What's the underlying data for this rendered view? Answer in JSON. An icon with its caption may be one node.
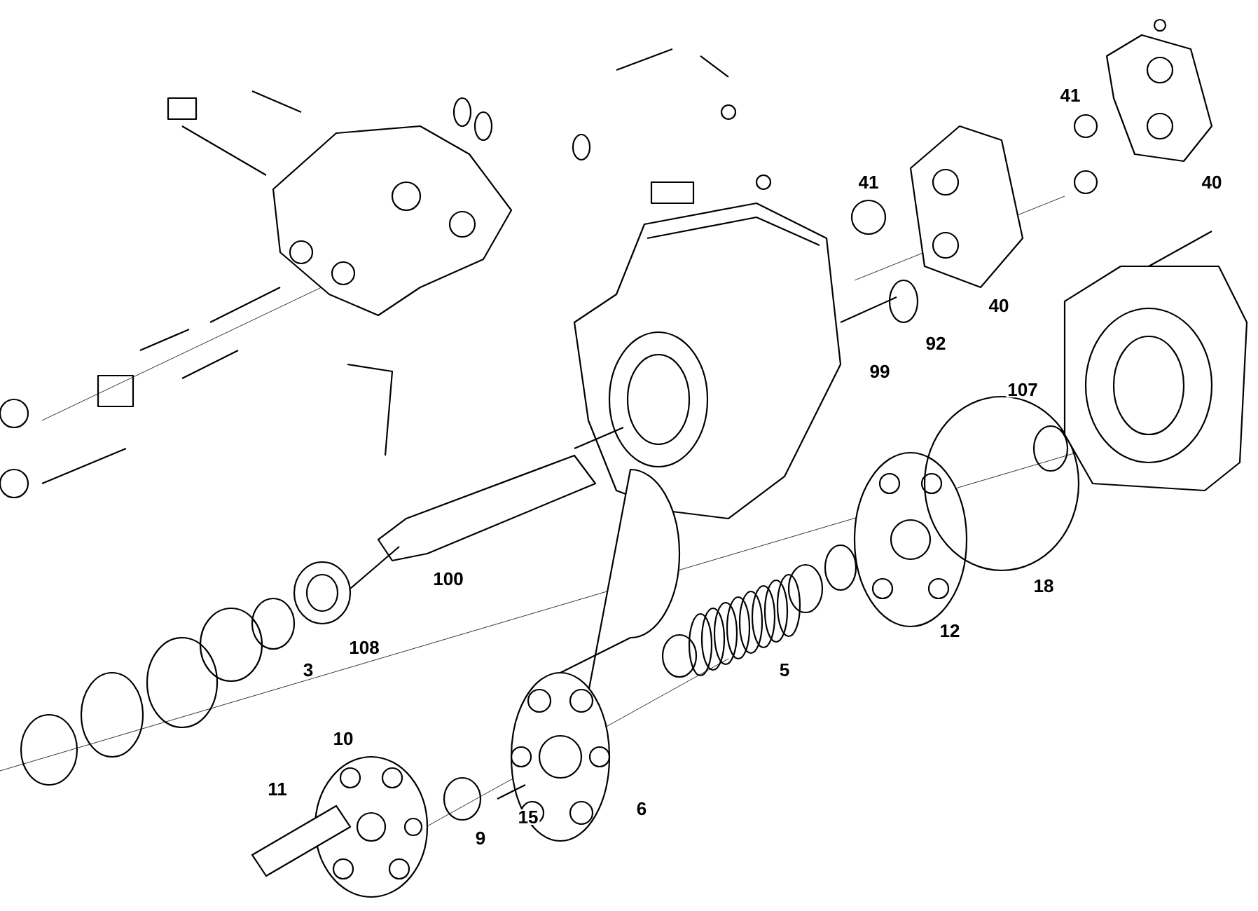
{
  "diagram": {
    "labels": [
      "41",
      "40",
      "41",
      "40",
      "92",
      "99",
      "107",
      "100",
      "18",
      "12",
      "108",
      "3",
      "5",
      "10",
      "11",
      "15",
      "6",
      "9"
    ]
  }
}
